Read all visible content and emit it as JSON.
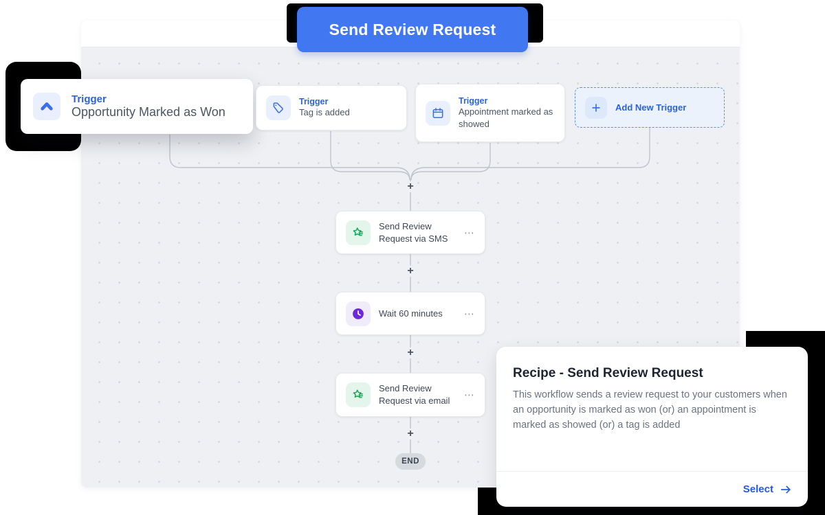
{
  "banner": {
    "title": "Send Review Request"
  },
  "triggers": [
    {
      "label": "Trigger",
      "name": "Opportunity Marked as Won",
      "icon": "chevron-up-icon"
    },
    {
      "label": "Trigger",
      "name": "Tag is added",
      "icon": "tag-icon"
    },
    {
      "label": "Trigger",
      "name": "Appointment marked as showed",
      "icon": "calendar-icon"
    }
  ],
  "add_trigger": {
    "label": "Add New Trigger",
    "icon": "plus-icon"
  },
  "actions": [
    {
      "name": "Send Review Request via SMS",
      "icon": "review-star-icon",
      "menu": "⋯"
    },
    {
      "name": "Wait 60 minutes",
      "icon": "clock-icon",
      "menu": "⋯"
    },
    {
      "name": "Send Review Request via email",
      "icon": "review-star-icon",
      "menu": "⋯"
    }
  ],
  "end_label": "END",
  "recipe": {
    "title": "Recipe - Send Review Request",
    "description": "This workflow sends a review request to your customers when an opportunity is marked as won (or) an appointment is marked as showed (or) a tag is added",
    "select_label": "Select"
  },
  "colors": {
    "banner_blue": "#4277f2",
    "trigger_blue": "#2b63d9",
    "review_green": "#12a150",
    "wait_purple": "#6d28d9",
    "canvas_bg": "#eef0f3",
    "connector_gray": "#bfc3cc"
  }
}
